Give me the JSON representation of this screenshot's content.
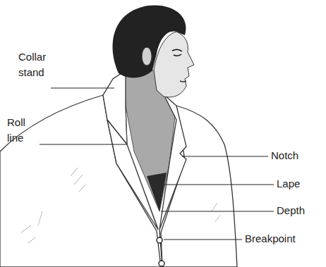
{
  "diagram": {
    "labels": [
      "Collar stand",
      "Roll line",
      "Notch",
      "Lape",
      "Depth",
      "Breakpoint"
    ]
  }
}
